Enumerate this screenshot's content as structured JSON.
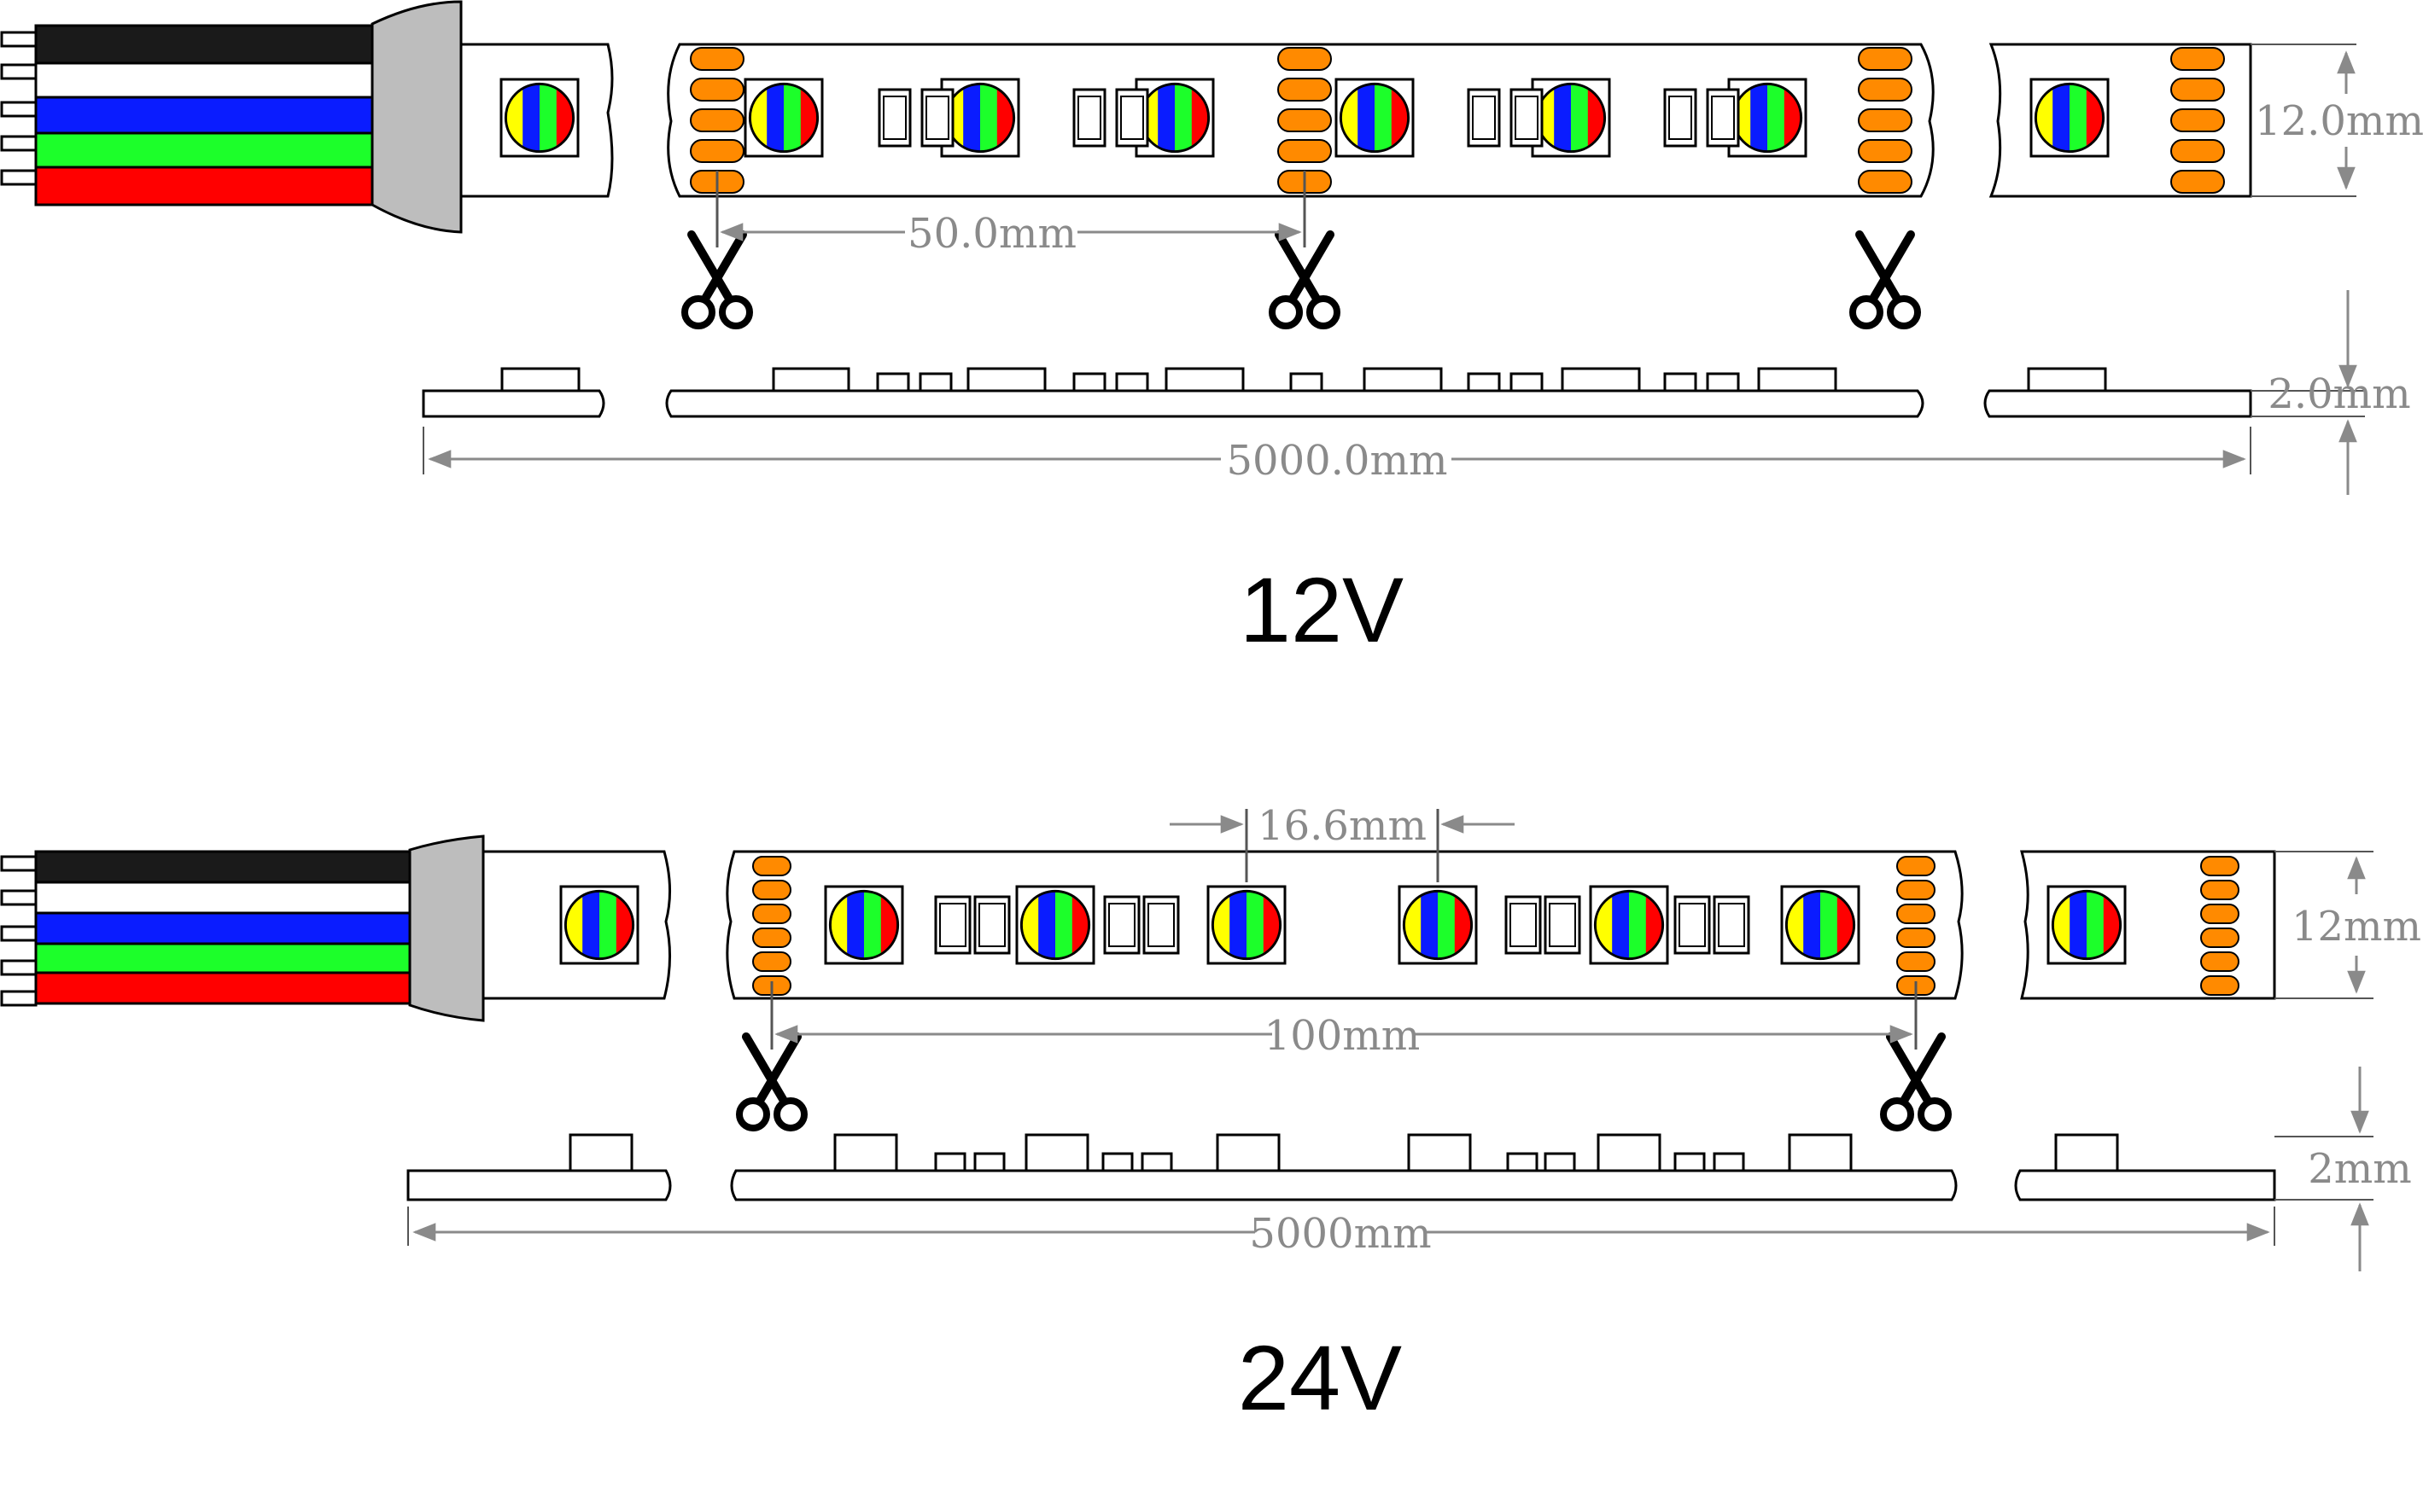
{
  "wire_colors": {
    "black": "#1a1a1a",
    "white": "#ffffff",
    "blue": "#0a1cff",
    "green": "#1cff2a",
    "red": "#ff0000",
    "connector": "#bdbdbd",
    "pad": "#ff8a00",
    "yellow": "#ffff00",
    "dimension": "#8a8a8a"
  },
  "icons": {
    "cut_mark": "scissors-icon",
    "led": "rgbw-led-icon",
    "resistor": "resistor-icon",
    "solder_pad": "solder-pad-icon"
  },
  "strip_12v": {
    "voltage_label": "12V",
    "cut_length": "50.0mm",
    "width": "12.0mm",
    "thickness": "2.0mm",
    "total_length": "5000.0mm"
  },
  "strip_24v": {
    "voltage_label": "24V",
    "led_pitch": "16.6mm",
    "cut_length": "100mm",
    "width": "12mm",
    "thickness": "2mm",
    "total_length": "5000mm"
  }
}
